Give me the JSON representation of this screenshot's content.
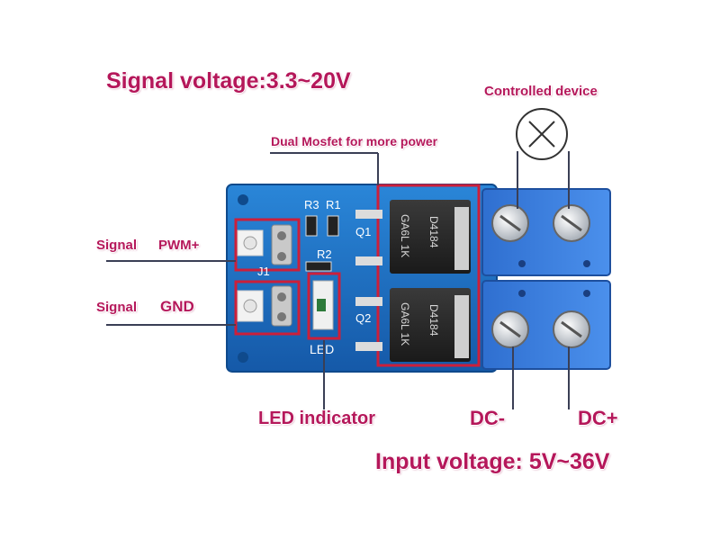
{
  "labels": {
    "signal_voltage": "Signal voltage:3.3~20V",
    "controlled_device": "Controlled device",
    "dual_mosfet": "Dual Mosfet for more power",
    "signal_1": "Signal",
    "pwm": "PWM+",
    "signal_2": "Signal",
    "gnd": "GND",
    "led_indicator": "LED indicator",
    "dc_minus": "DC-",
    "dc_plus": "DC+",
    "input_voltage": "Input voltage: 5V~36V"
  },
  "silkscreen": {
    "r3": "R3",
    "r1": "R1",
    "r2": "R2",
    "q1": "Q1",
    "q2": "Q2",
    "j1": "J1",
    "led": "LED"
  },
  "mosfet_markings": {
    "line1": "D4184",
    "line2": "GA6L 1K"
  },
  "colors": {
    "label": "#b5175a",
    "pcb": "#1a6fc2",
    "terminal": "#3b7fe0",
    "highlight_box": "#cc1f3a"
  }
}
